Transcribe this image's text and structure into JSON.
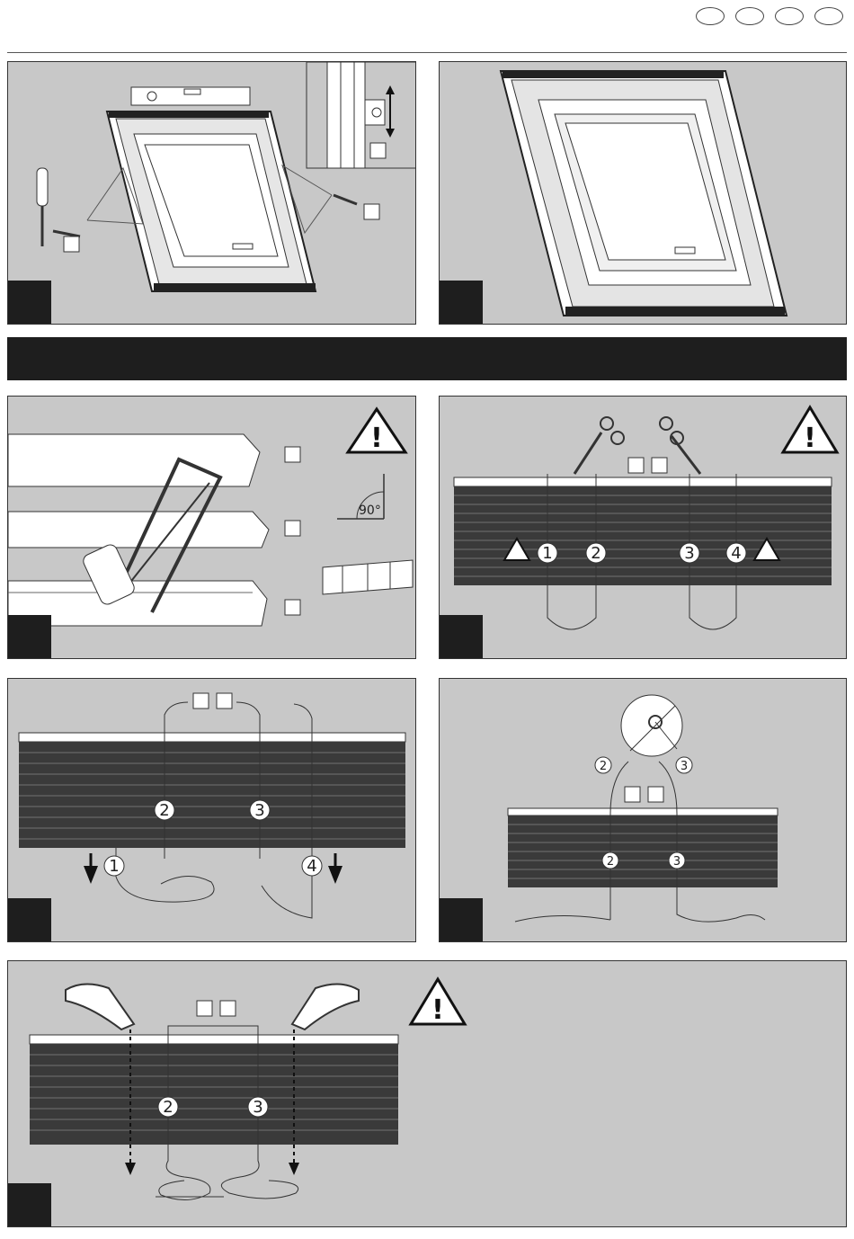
{
  "header": {
    "language_selectors": 4
  },
  "banner": {
    "text": ""
  },
  "panels": {
    "p4": {
      "angle_label": "90°"
    },
    "p5": {
      "cord_numbers": [
        "1",
        "2",
        "3",
        "4"
      ]
    },
    "p6": {
      "cord_numbers": [
        "1",
        "2",
        "3",
        "4"
      ]
    },
    "p7": {
      "cord_numbers": [
        "2",
        "3",
        "2",
        "3"
      ]
    },
    "p8": {
      "cord_numbers": [
        "2",
        "3"
      ]
    }
  },
  "colors": {
    "panel_bg": "#c8c8c8",
    "step_box": "#1e1e1e",
    "banner": "#1e1e1e"
  }
}
